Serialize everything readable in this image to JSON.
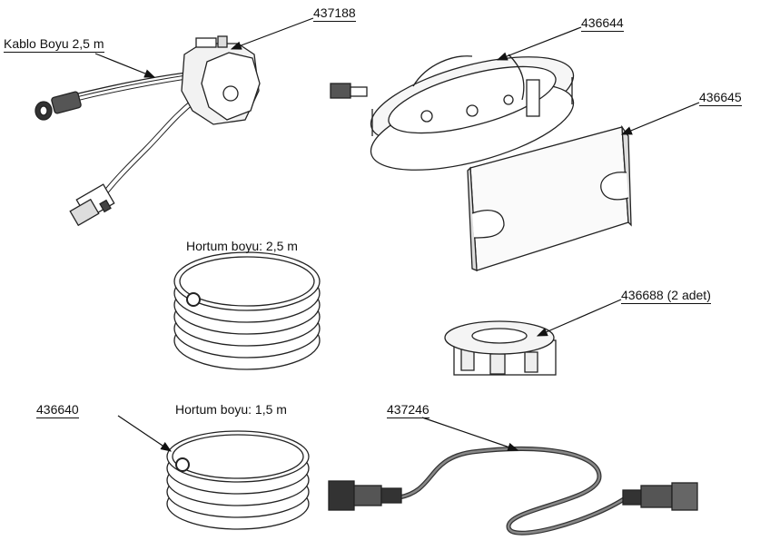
{
  "labels": {
    "cable_length": "Kablo Boyu 2,5 m",
    "p437188": "437188",
    "p436644": "436644",
    "p436645": "436645",
    "hose_long": "Hortum boyu: 2,5 m",
    "p436688": "436688 (2 adet)",
    "p436640": "436640",
    "hose_short": "Hortum boyu: 1,5 m",
    "p437246": "437246"
  }
}
